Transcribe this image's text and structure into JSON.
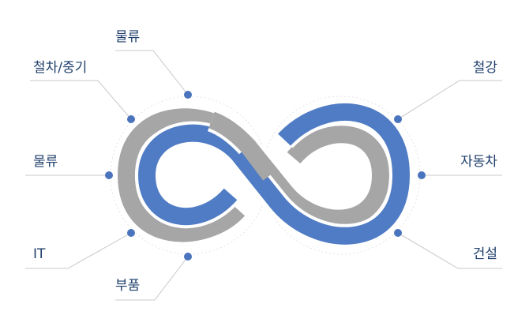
{
  "colors": {
    "blue_band": "#4f7cc4",
    "gray_band": "#a6a6a6",
    "dot": "#4a74bd",
    "leader": "#c8c8c8",
    "label": "#1f3f6b"
  },
  "labels": {
    "left_top": "물류",
    "left_upper": "철차/중기",
    "left_mid": "물류",
    "left_lower": "IT",
    "left_bottom": "부품",
    "right_upper": "철강",
    "right_mid": "자동차",
    "right_lower": "건설"
  }
}
